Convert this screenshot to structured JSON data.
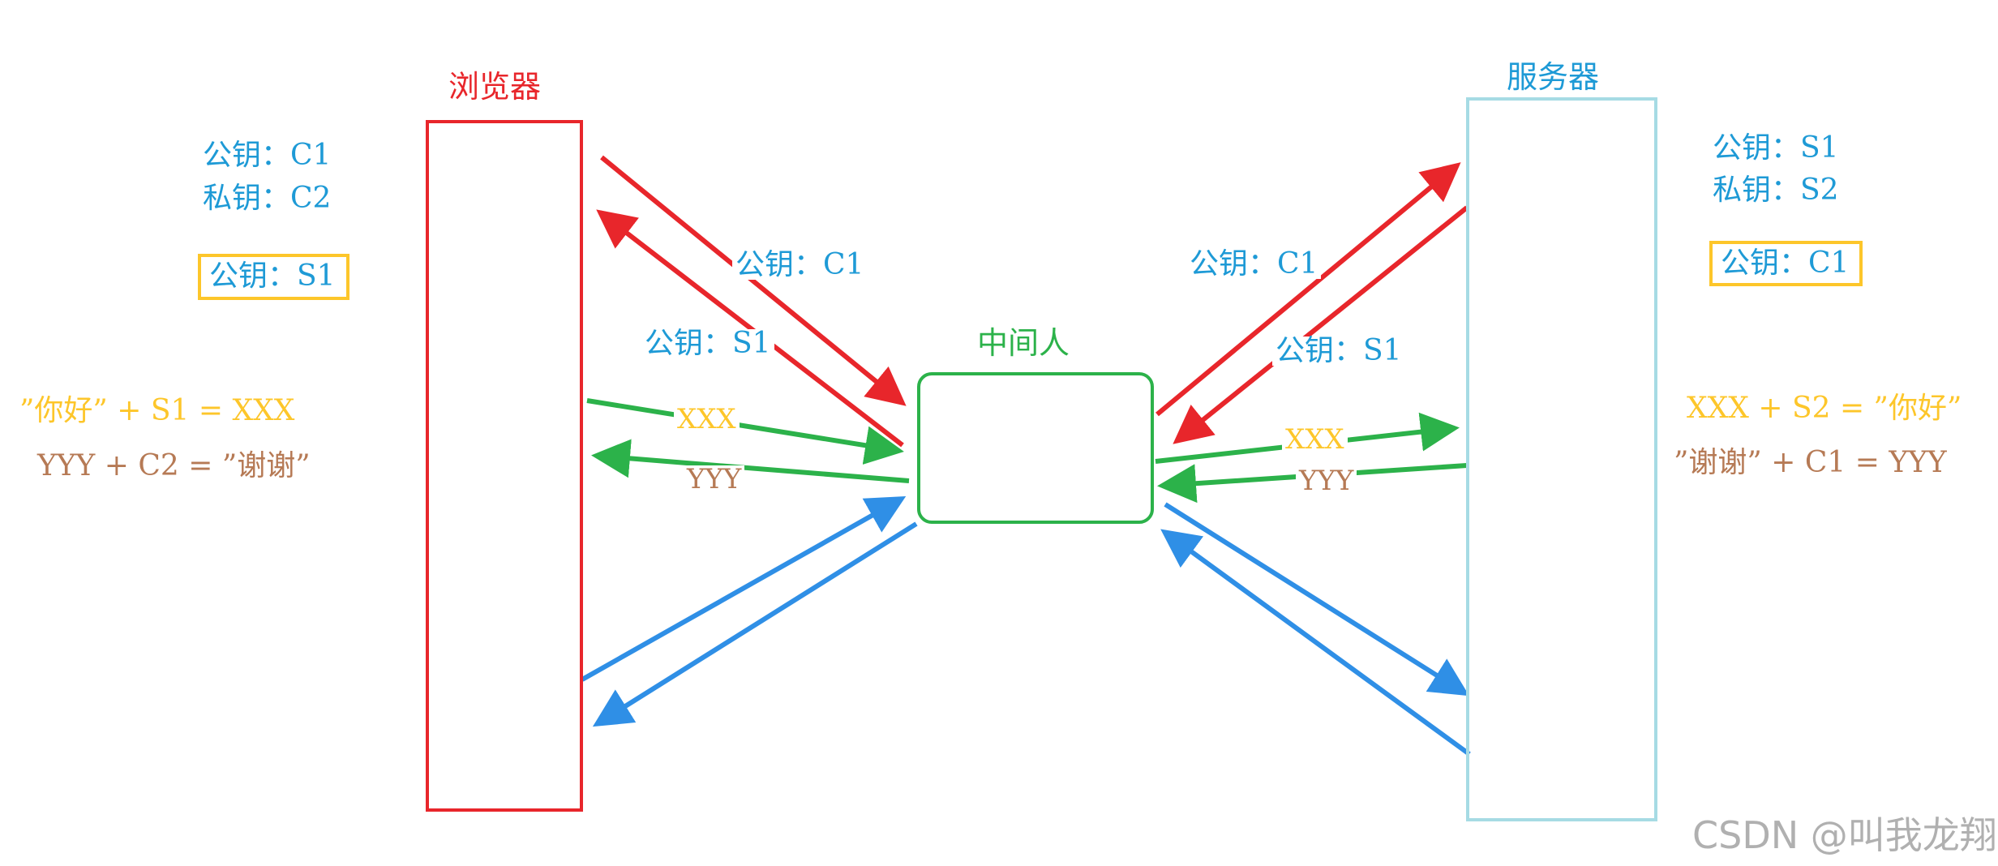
{
  "colors": {
    "browser": "#e8262b",
    "server": "#a6dbe4",
    "mitm": "#2cb24a",
    "key_text": "#1e9ad6",
    "highlight": "#fdc62a",
    "yyy_text": "#b67a55",
    "blue_arrow": "#2f8fe6",
    "watermark": "#b0b0b0"
  },
  "browser": {
    "title": "浏览器",
    "public_key": "公钥：C1",
    "private_key": "私钥：C2",
    "received_key": "公钥：S1",
    "encrypt_eq": "”你好” + S1 = XXX",
    "decrypt_eq": "YYY + C2 = ”谢谢”"
  },
  "server": {
    "title": "服务器",
    "public_key": "公钥：S1",
    "private_key": "私钥：S2",
    "received_key": "公钥：C1",
    "decrypt_eq": "XXX + S2 = ”你好”",
    "encrypt_eq": "”谢谢” + C1 = YYY"
  },
  "mitm": {
    "title": "中间人"
  },
  "arrows": {
    "left_pubkey_c1": "公钥：C1",
    "left_pubkey_s1": "公钥：S1",
    "left_xxx": "XXX",
    "left_yyy": "YYY",
    "right_pubkey_c1": "公钥：C1",
    "right_pubkey_s1": "公钥：S1",
    "right_xxx": "XXX",
    "right_yyy": "YYY"
  },
  "watermark": "CSDN @叫我龙翔"
}
